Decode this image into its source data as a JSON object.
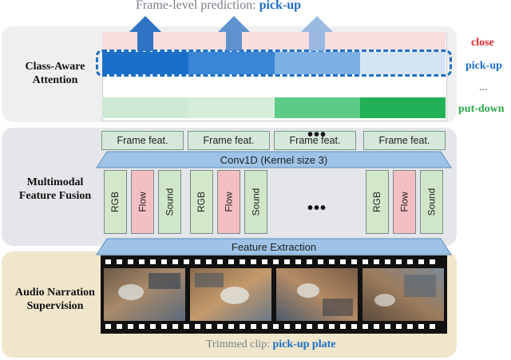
{
  "title": {
    "prefix": "Frame-level prediction: ",
    "highlight": "pick-up"
  },
  "stages": {
    "attention": [
      "Class-Aware",
      "Attention"
    ],
    "fusion": [
      "Multimodal",
      "Feature Fusion"
    ],
    "supervision": [
      "Audio Narration",
      "Supervision"
    ]
  },
  "classes": [
    {
      "label": "close",
      "color": "#e3262c"
    },
    {
      "label": "pick-up",
      "color": "#1e6fc5"
    },
    {
      "label": "...",
      "color": "#444444"
    },
    {
      "label": "put-down",
      "color": "#2ba84a"
    }
  ],
  "heat_rows": {
    "close": [
      "#f8dede",
      "#f8dede",
      "#f8dede",
      "#f8dede"
    ],
    "pick-up": [
      "#1b6fc8",
      "#3a86d6",
      "#7eb0e6",
      "#d4e4f4"
    ],
    "put-down": [
      "#cde9d5",
      "#d6eddc",
      "#5ccb86",
      "#22b156"
    ]
  },
  "frame_feat_label": "Frame feat.",
  "conv_label": "Conv1D (Kernel size 3)",
  "modalities": [
    "RGB",
    "Flow",
    "Sound"
  ],
  "modality_colors": {
    "RGB": "#d3e8c9",
    "Flow": "#f4bfc3",
    "Sound": "#cfe6c8"
  },
  "ellipsis": "•••",
  "feature_extraction_label": "Feature Extraction",
  "clip_caption": {
    "prefix": "Trimmed clip: ",
    "highlight": "pick-up plate"
  },
  "colors": {
    "accent_blue": "#1e6fc5",
    "panel_gray": "#eeeeee",
    "panel_gray2": "#e4e6e8",
    "panel_tan": "#efe6cc",
    "trap_blue": "#9ec3e6"
  }
}
